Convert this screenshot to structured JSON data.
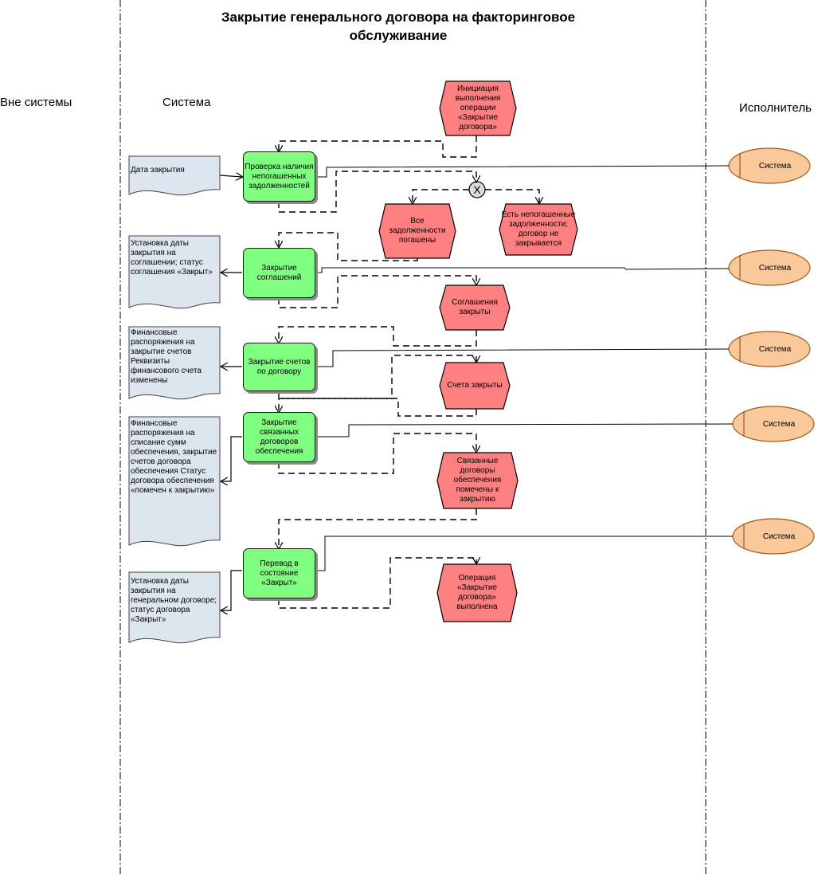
{
  "title": {
    "line1": "Закрытие генерального договора на факторинговое",
    "line2": "обслуживание"
  },
  "lanes": {
    "outside": "Вне системы",
    "system": "Система",
    "performer": "Исполнитель"
  },
  "functions": [
    {
      "id": "f1",
      "label": "Проверка наличия непогашенных задолженностей"
    },
    {
      "id": "f2",
      "label": "Закрытие соглашений"
    },
    {
      "id": "f3",
      "label": "Закрытие счетов по договору"
    },
    {
      "id": "f4",
      "label": "Закрытие связанных договоров обеспечения"
    },
    {
      "id": "f5",
      "label": "Перевод в состояние «Закрыт»"
    }
  ],
  "events": [
    {
      "id": "e0",
      "label": "Инициация выполнения операции «Закрытие договора»"
    },
    {
      "id": "e1",
      "label": "Все задолженности погашены"
    },
    {
      "id": "e2",
      "label": "Есть непогашенные задолженности; договор не закрывается"
    },
    {
      "id": "e3",
      "label": "Соглашения закрыты"
    },
    {
      "id": "e4",
      "label": "Счета закрыты"
    },
    {
      "id": "e5",
      "label": "Связанные договоры обеспечения помечены к закрытию"
    },
    {
      "id": "e6",
      "label": "Операция «Закрытие договора» выполнена"
    }
  ],
  "documents": [
    {
      "id": "d1",
      "label": "Дата закрытия"
    },
    {
      "id": "d2",
      "label": "Установка даты закрытия на соглашении; статус соглашения «Закрыт»"
    },
    {
      "id": "d3",
      "label": "Финансовые распоряжения на закрытие счетов Реквизиты финансового счета изменены"
    },
    {
      "id": "d4",
      "label": "Финансовые распоряжения на списание сумм обеспечения, закрытие счетов договора обеспечения Статус договора обеспечения «помечен к закрытию»"
    },
    {
      "id": "d5",
      "label": "Установка даты закрытия на генеральном договоре; статус договора «Закрыт»"
    }
  ],
  "actors": [
    {
      "id": "a1",
      "label": "Система"
    },
    {
      "id": "a2",
      "label": "Система"
    },
    {
      "id": "a3",
      "label": "Система"
    },
    {
      "id": "a4",
      "label": "Система"
    },
    {
      "id": "a5",
      "label": "Система"
    }
  ],
  "connector": {
    "symbol": "X"
  },
  "colors": {
    "function": "#80ff80",
    "event": "#ff8080",
    "document": "#dde5ef",
    "actor": "#f9c89b"
  }
}
